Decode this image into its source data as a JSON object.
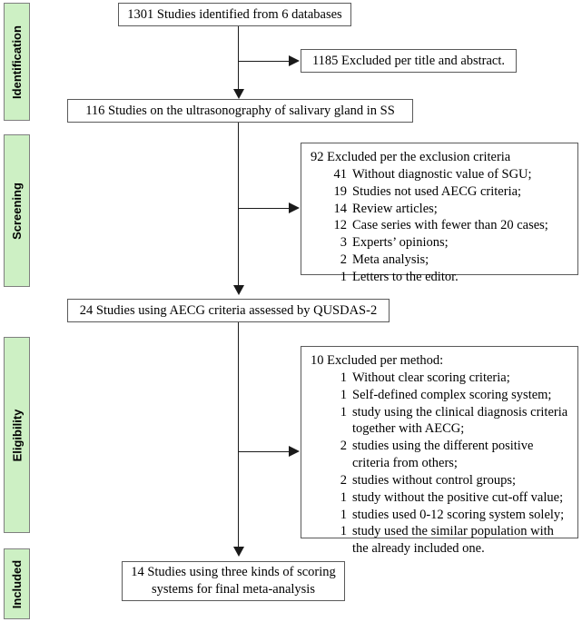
{
  "diagram": {
    "title": "PRISMA study selection flow diagram",
    "accent_green": "#cdf0c4",
    "line_color": "#1a1a1a",
    "box_border_color": "#5a5a5a"
  },
  "stages": [
    {
      "id": "identification",
      "label": "Identification"
    },
    {
      "id": "screening",
      "label": "Screening"
    },
    {
      "id": "eligibility",
      "label": "Eligibility"
    },
    {
      "id": "included",
      "label": "Included"
    }
  ],
  "boxes": {
    "identified": {
      "text": "1301 Studies identified from 6 databases"
    },
    "excluded_title_abstract": {
      "text": "1185 Excluded per title and abstract."
    },
    "ultrasonography": {
      "text": "116 Studies on the ultrasonography of salivary gland in SS"
    },
    "excluded_criteria": {
      "heading": "92 Excluded per the exclusion criteria",
      "items": [
        {
          "count": "41",
          "text": "Without diagnostic value of SGU;"
        },
        {
          "count": "19",
          "text": "Studies not used AECG criteria;"
        },
        {
          "count": "14",
          "text": "Review articles;"
        },
        {
          "count": "12",
          "text": "Case series with fewer than 20 cases;"
        },
        {
          "count": "3",
          "text": "Experts’ opinions;"
        },
        {
          "count": "2",
          "text": "Meta analysis;"
        },
        {
          "count": "1",
          "text": "Letters to the editor."
        }
      ]
    },
    "assessed_qusdas": {
      "text": "24 Studies using AECG criteria assessed by QUSDAS-2"
    },
    "excluded_method": {
      "heading": "10 Excluded per method:",
      "items": [
        {
          "count": "1",
          "text": "Without clear scoring criteria;"
        },
        {
          "count": "1",
          "text": "Self-defined complex scoring system;"
        },
        {
          "count": "1",
          "text": "study using the clinical diagnosis criteria together with AECG;"
        },
        {
          "count": "2",
          "text": "studies using the different positive criteria from others;"
        },
        {
          "count": "2",
          "text": "studies without control groups;"
        },
        {
          "count": "1",
          "text": "study without the positive cut-off value;"
        },
        {
          "count": "1",
          "text": "studies used 0-12 scoring system solely;"
        },
        {
          "count": "1",
          "text": "study used the similar population with the already included one."
        }
      ]
    },
    "final_included": {
      "text": "14 Studies using three kinds of scoring\nsystems for final meta-analysis"
    }
  }
}
